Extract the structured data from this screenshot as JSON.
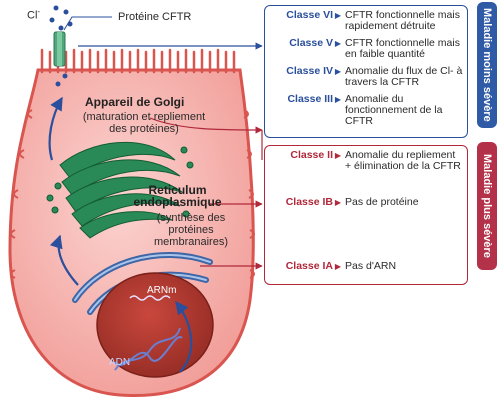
{
  "diagram": {
    "ion_label": "Cl",
    "ion_superscript": "-",
    "cftr_protein_label": "Protéine CFTR",
    "golgi_title": "Appareil de Golgi",
    "golgi_subtitle": "(maturation et repliement des protéines)",
    "reticulum_title": "Reticulum endoplasmique",
    "reticulum_subtitle": "(synthèse des protéines membranaires)",
    "arnm_label": "ARNm",
    "adn_label": "ADN"
  },
  "classes": {
    "mild_group": [
      {
        "class": "Classe VI",
        "description": "CFTR fonctionnelle mais rapidement détruite"
      },
      {
        "class": "Classe V",
        "description": "CFTR fonctionnelle mais en faible quantité"
      },
      {
        "class": "Classe IV",
        "description": "Anomalie du flux de Cl- à travers la CFTR"
      },
      {
        "class": "Classe III",
        "description": "Anomalie du fonctionnement de la CFTR"
      }
    ],
    "class_ii": {
      "class": "Classe II",
      "description": "Anomalie du repliement + élimination de la CFTR"
    },
    "class_ib": {
      "class": "Classe IB",
      "description": "Pas de protéine"
    },
    "class_ia": {
      "class": "Classe IA",
      "description": "Pas d'ARN"
    }
  },
  "severity": {
    "less_severe": "Maladie moins sévère",
    "more_severe": "Maladie plus sévère"
  },
  "colors": {
    "blue": "#2a4f9c",
    "red": "#b0283a",
    "cell_fill": "#f4a7a4",
    "cell_border": "#d9554f",
    "golgi": "#1f7a4a",
    "nucleus": "#b0342c",
    "er": "#3f66a6"
  }
}
